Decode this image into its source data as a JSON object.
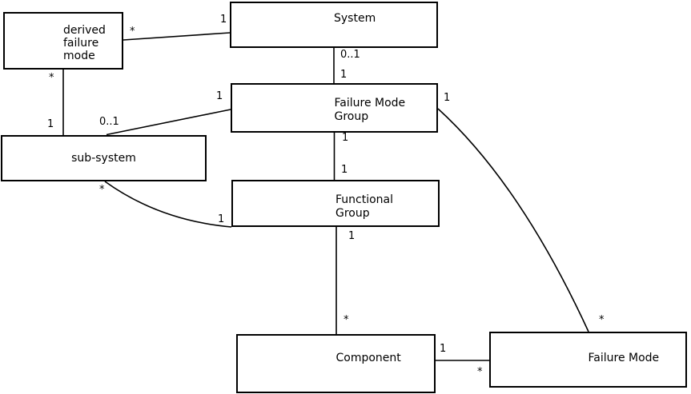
{
  "diagram": {
    "background_color": "#ffffff",
    "line_color": "#000000",
    "text_color": "#000000",
    "entities": [
      {
        "id": "derived-failure-mode",
        "label": "derived\nfailure\nmode"
      },
      {
        "id": "system",
        "label": "System"
      },
      {
        "id": "failure-mode-group",
        "label": "Failure Mode\nGroup"
      },
      {
        "id": "sub-system",
        "label": "sub-system"
      },
      {
        "id": "functional-group",
        "label": "Functional\nGroup"
      },
      {
        "id": "component",
        "label": "Component"
      },
      {
        "id": "failure-mode",
        "label": "Failure Mode"
      }
    ],
    "connections": [
      {
        "name": "derived-failure-mode--system",
        "ends": [
          {
            "near": "derived failure mode",
            "multiplicity": "*"
          },
          {
            "near": "System",
            "multiplicity": "1"
          }
        ]
      },
      {
        "name": "derived-failure-mode--sub-system",
        "ends": [
          {
            "near": "derived failure mode",
            "multiplicity": "*"
          },
          {
            "near": "sub-system",
            "multiplicity": "1"
          }
        ]
      },
      {
        "name": "sub-system--failure-mode-group",
        "ends": [
          {
            "near": "sub-system",
            "multiplicity": "0..1"
          },
          {
            "near": "Failure Mode Group",
            "multiplicity": "1"
          }
        ]
      },
      {
        "name": "system--failure-mode-group",
        "ends": [
          {
            "near": "System",
            "multiplicity": "0..1"
          },
          {
            "near": "Failure Mode Group",
            "multiplicity": "1"
          }
        ]
      },
      {
        "name": "failure-mode-group--functional-group",
        "ends": [
          {
            "near": "Failure Mode Group",
            "multiplicity": "1"
          },
          {
            "near": "Functional Group",
            "multiplicity": "1"
          }
        ]
      },
      {
        "name": "functional-group--component",
        "ends": [
          {
            "near": "Functional Group",
            "multiplicity": "1"
          },
          {
            "near": "Component",
            "multiplicity": "*"
          }
        ]
      },
      {
        "name": "component--failure-mode",
        "ends": [
          {
            "near": "Component",
            "multiplicity": "1"
          },
          {
            "near": "Failure Mode",
            "multiplicity": "*"
          }
        ]
      },
      {
        "name": "failure-mode-group--failure-mode",
        "ends": [
          {
            "near": "Failure Mode Group",
            "multiplicity": "1"
          },
          {
            "near": "Failure Mode",
            "multiplicity": "*"
          }
        ]
      },
      {
        "name": "sub-system--functional-group",
        "ends": [
          {
            "near": "sub-system",
            "multiplicity": "*"
          },
          {
            "near": "Functional Group",
            "multiplicity": "1"
          }
        ]
      }
    ]
  }
}
